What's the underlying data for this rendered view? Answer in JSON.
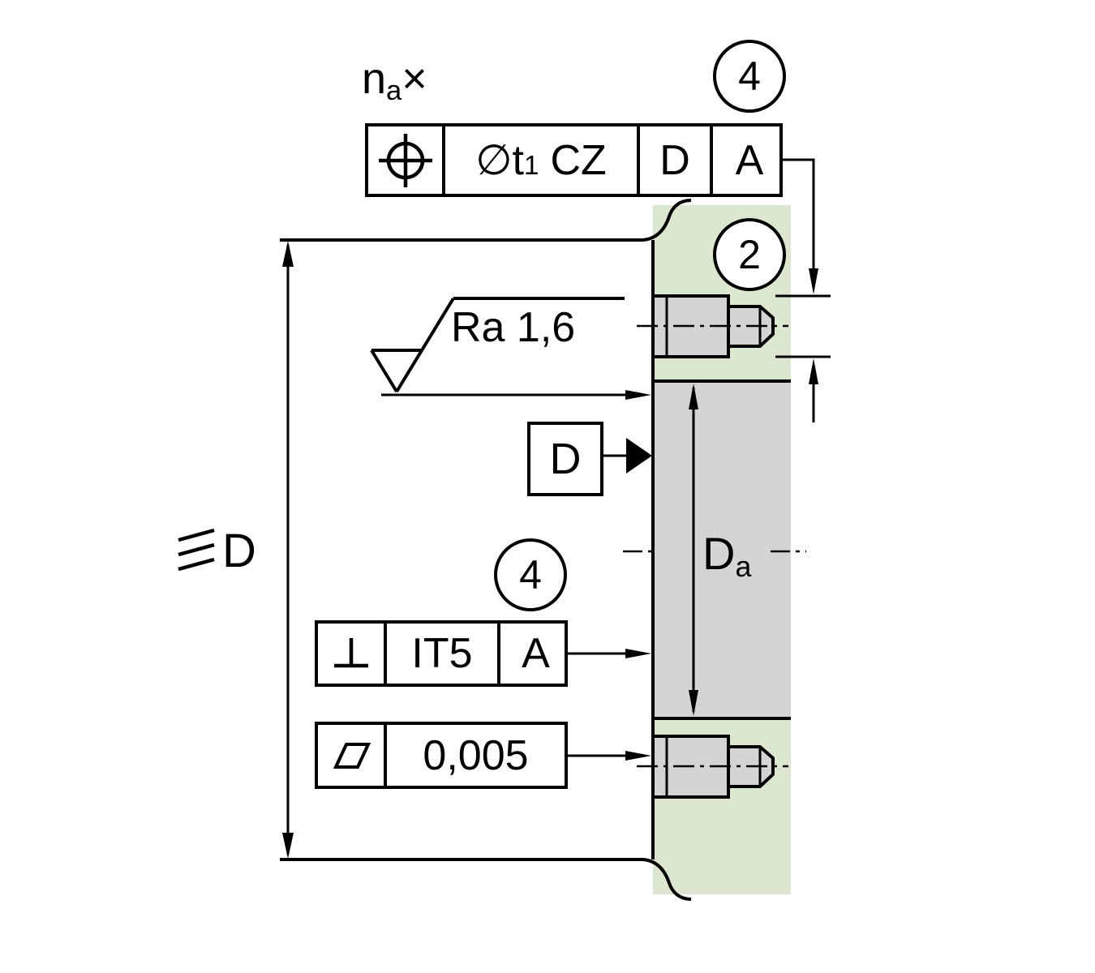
{
  "labels": {
    "count": {
      "n": "n",
      "sub": "a",
      "times": "×"
    },
    "balloon_top": "4",
    "balloon_section": "2",
    "balloon_mid": "4",
    "position_frame": {
      "dia": "∅",
      "t": "t",
      "t_sub": "1",
      "zone": "CZ",
      "datum_secondary": "D",
      "datum_primary": "A"
    },
    "roughness": "Ra 1,6",
    "datum": "D",
    "perp_frame": {
      "tol": "IT5",
      "datum": "A"
    },
    "flat_frame": {
      "tol": "0,005"
    },
    "dim_D": {
      "letter": "D"
    },
    "dim_Da": {
      "letter": "D",
      "sub": "a"
    }
  },
  "icons": {
    "position": "circle-crosshair",
    "perpendicularity": "inverted-T",
    "flatness": "parallelogram",
    "roughness": "surface-finish-check",
    "datum_pointer": "filled-right-triangle",
    "dim_prefix": "triple-parallel-lines"
  },
  "colors": {
    "housing_green": "#dbe7cf",
    "part_gray": "#d4d4d4",
    "line": "#000000",
    "background": "#ffffff"
  }
}
